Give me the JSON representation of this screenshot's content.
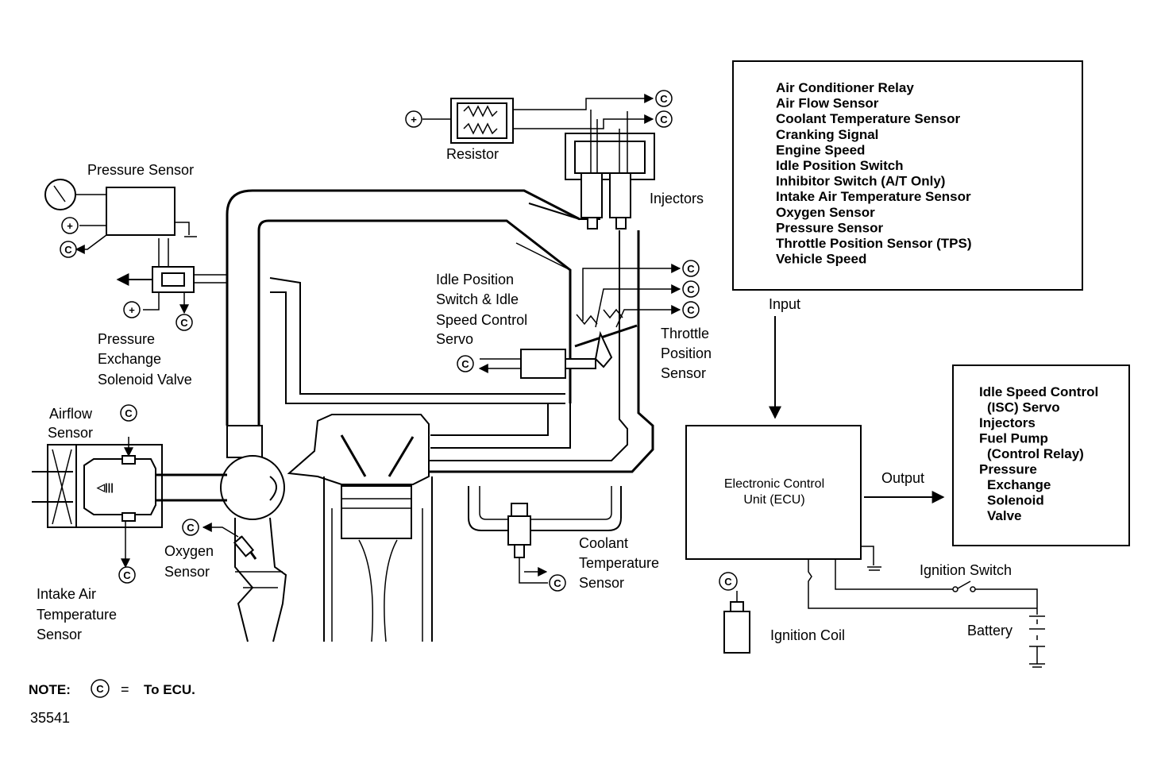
{
  "labels": {
    "pressure_sensor": "Pressure Sensor",
    "resistor": "Resistor",
    "injectors": "Injectors",
    "idle_switch": [
      "Idle Position",
      "Switch & Idle",
      "Speed Control",
      "Servo"
    ],
    "pressure_valve": [
      "Pressure",
      "Exchange",
      "Solenoid Valve"
    ],
    "throttle": [
      "Throttle",
      "Position",
      "Sensor"
    ],
    "airflow": [
      "Airflow",
      "Sensor"
    ],
    "oxygen": [
      "Oxygen",
      "Sensor"
    ],
    "intake_air": [
      "Intake Air",
      "Temperature",
      "Sensor"
    ],
    "coolant": [
      "Coolant",
      "Temperature",
      "Sensor"
    ],
    "input": "Input",
    "output": "Output",
    "ecu": [
      "Electronic Control",
      "Unit (ECU)"
    ],
    "ignition_switch": "Ignition Switch",
    "ignition_coil": "Ignition Coil",
    "battery": "Battery",
    "note_prefix": "NOTE:",
    "note_eq": "=",
    "note_suffix": "To ECU.",
    "figure_id": "35541",
    "c_symbol": "C",
    "plus_symbol": "+"
  },
  "inputs_list": [
    "Air Conditioner Relay",
    "Air Flow Sensor",
    "Coolant Temperature Sensor",
    "Cranking Signal",
    "Engine Speed",
    "Idle Position Switch",
    "Inhibitor Switch (A/T Only)",
    "Intake Air Temperature Sensor",
    "Oxygen Sensor",
    "Pressure Sensor",
    "Throttle Position Sensor (TPS)",
    "Vehicle Speed"
  ],
  "outputs_list": [
    "Idle Speed Control",
    "(ISC) Servo",
    "Injectors",
    "Fuel Pump",
    "(Control Relay)",
    "Pressure",
    "Exchange",
    "Solenoid",
    "Valve"
  ]
}
